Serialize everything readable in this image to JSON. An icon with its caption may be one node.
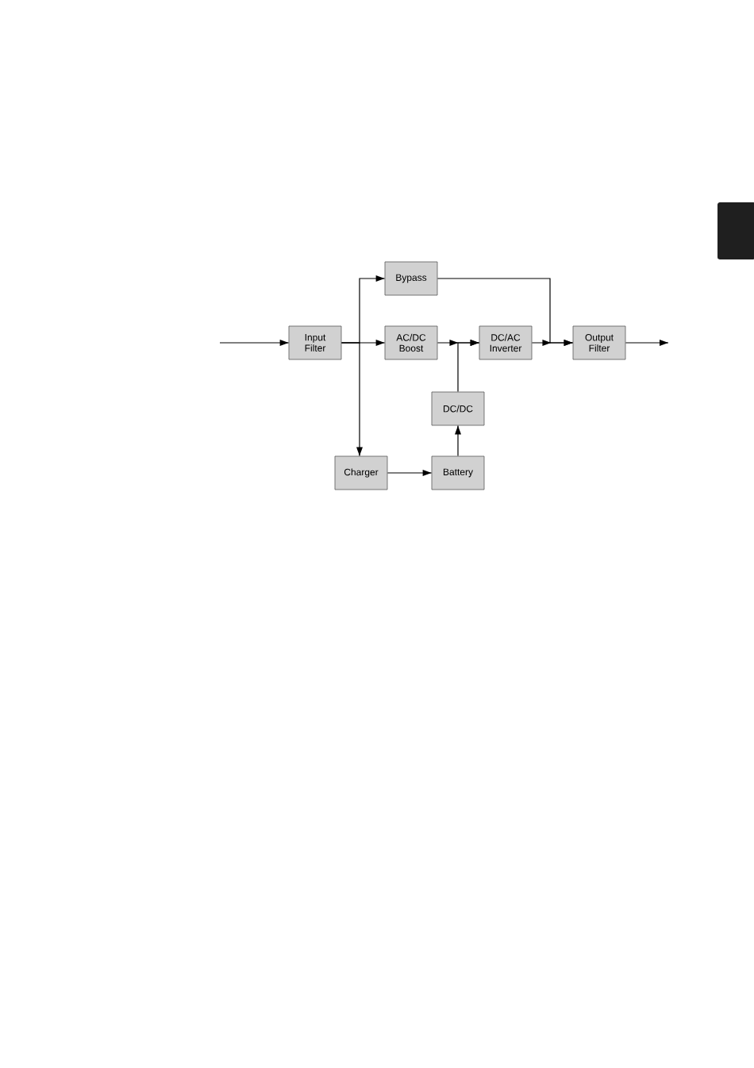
{
  "diagram": {
    "nodes": [
      {
        "text": [
          "Input Filter"
        ]
      },
      {
        "text": [
          "Bypass"
        ]
      },
      {
        "text": [
          "AC/DC Boost"
        ]
      },
      {
        "text": [
          "DC/AC Inverter"
        ]
      },
      {
        "text": [
          "Output Filter"
        ]
      },
      {
        "text": [
          "DC/DC"
        ]
      },
      {
        "text": [
          "Charger"
        ]
      },
      {
        "text": [
          "Battery"
        ]
      }
    ],
    "edges": [
      {
        "from": null,
        "to": 0,
        "arrow": "to"
      },
      {
        "from": 0,
        "to": 2,
        "arrow": "to"
      },
      {
        "from": 0,
        "to": 1,
        "arrow": "to"
      },
      {
        "from": 0,
        "to": 6,
        "arrow": "to"
      },
      {
        "from": 1,
        "to": 4,
        "arrow": "to"
      },
      {
        "from": 2,
        "to": 3,
        "arrow": "to"
      },
      {
        "from": 5,
        "to": 3,
        "arrow": "to"
      },
      {
        "from": 3,
        "to": 4,
        "arrow": "to"
      },
      {
        "from": 6,
        "to": 7,
        "arrow": "to"
      },
      {
        "from": 7,
        "to": 5,
        "arrow": "to"
      },
      {
        "from": 4,
        "to": null,
        "arrow": "to"
      }
    ]
  }
}
